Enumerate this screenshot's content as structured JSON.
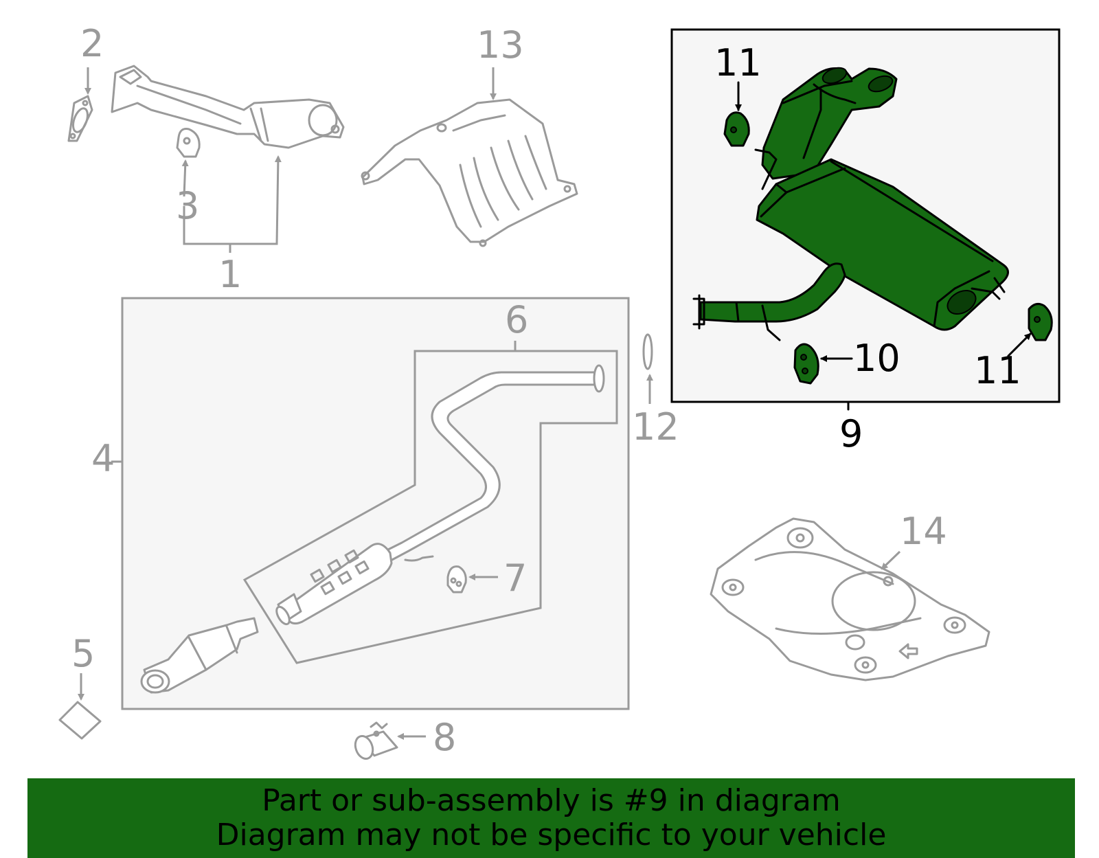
{
  "callouts": {
    "c1": "1",
    "c2": "2",
    "c3": "3",
    "c4": "4",
    "c5": "5",
    "c6": "6",
    "c7": "7",
    "c8": "8",
    "c9": "9",
    "c10": "10",
    "c11a": "11",
    "c11b": "11",
    "c12": "12",
    "c13": "13",
    "c14": "14"
  },
  "highlighted_part": "9",
  "colors": {
    "highlight": "#156b12",
    "linework": "#9a9a9a",
    "box_fill": "#f6f6f6"
  },
  "banner": {
    "line1": "Part or sub-assembly is #9 in diagram",
    "line2": "Diagram may not be specific to your vehicle"
  }
}
